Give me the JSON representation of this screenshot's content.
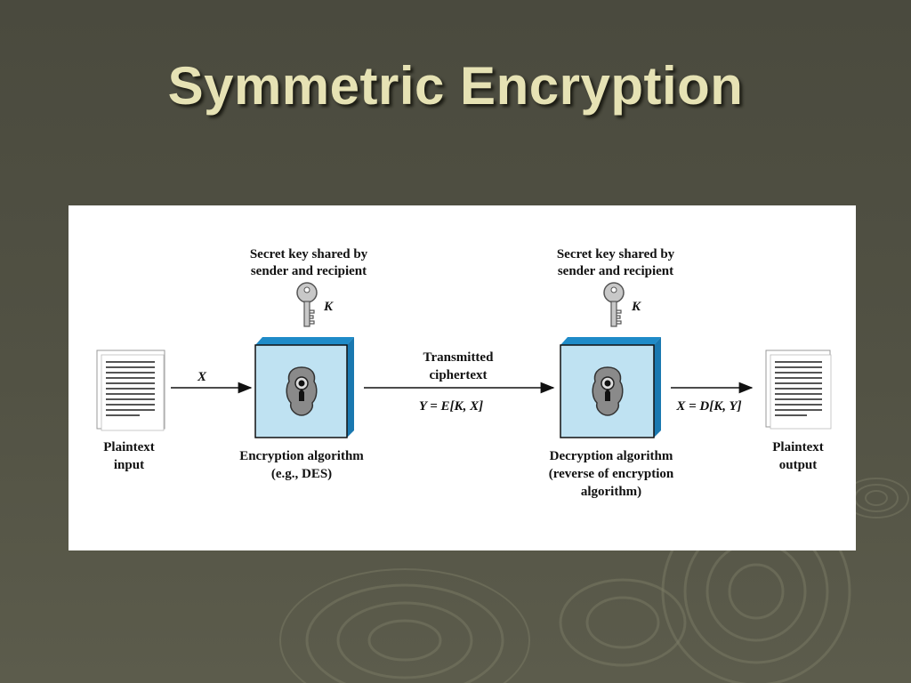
{
  "slide": {
    "title": "Symmetric Encryption"
  },
  "diagram": {
    "plaintext_input": {
      "line1": "Plaintext",
      "line2": "input"
    },
    "plaintext_output": {
      "line1": "Plaintext",
      "line2": "output"
    },
    "x_label": "X",
    "encryption": {
      "key_caption_line1": "Secret key shared by",
      "key_caption_line2": "sender and recipient",
      "key_label": "K",
      "line1": "Encryption algorithm",
      "line2": "(e.g., DES)"
    },
    "transmission": {
      "line1": "Transmitted",
      "line2": "ciphertext",
      "formula": "Y = E[K, X]"
    },
    "decryption": {
      "key_caption_line1": "Secret key shared by",
      "key_caption_line2": "sender and recipient",
      "key_label": "K",
      "line1": "Decryption algorithm",
      "line2": "(reverse of encryption",
      "line3": "algorithm)"
    },
    "output_formula": "X = D[K, Y]"
  },
  "colors": {
    "background": "#4e4e40",
    "title": "#e6e2b4",
    "box_fill": "#bfe2f2",
    "box_side": "#1f8bc8"
  }
}
